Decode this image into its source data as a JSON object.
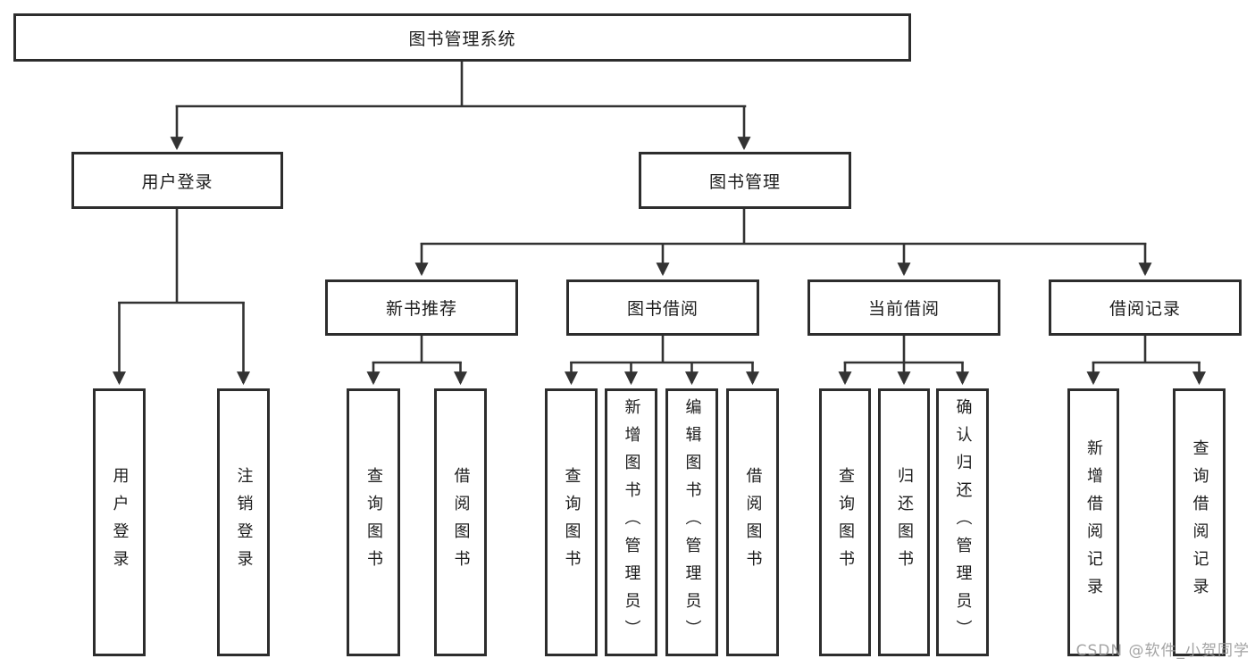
{
  "diagram": {
    "root": "图书管理系统",
    "level2": {
      "user_login": "用户登录",
      "book_mgmt": "图书管理"
    },
    "level3": {
      "new_book": "新书推荐",
      "book_borrow": "图书借阅",
      "current_borrow": "当前借阅",
      "borrow_record": "借阅记录"
    },
    "leaves": {
      "user_login": [
        "用户登录",
        "注销登录"
      ],
      "new_book": [
        "查询图书",
        "借阅图书"
      ],
      "book_borrow": [
        "查询图书",
        "新增图书（管理员）",
        "编辑图书（管理员）",
        "借阅图书"
      ],
      "current_borrow": [
        "查询图书",
        "归还图书",
        "确认归还（管理员）"
      ],
      "borrow_record": [
        "新增借阅记录",
        "查询借阅记录"
      ]
    },
    "colors": {
      "line": "#333333",
      "box_border": "#2d2d2d",
      "text": "#1c1c1c",
      "background": "#ffffff",
      "watermark": "#9c9c9c"
    },
    "watermark": "CSDN @软件_小贺同学"
  }
}
